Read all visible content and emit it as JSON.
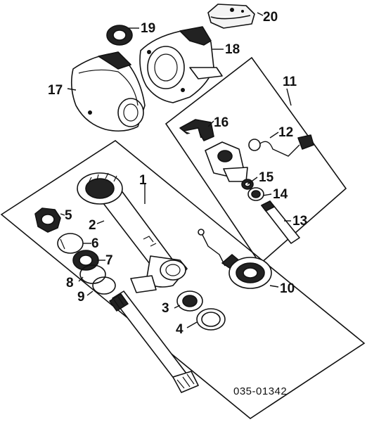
{
  "callouts": {
    "c1": "1",
    "c2": "2",
    "c3": "3",
    "c4": "4",
    "c5": "5",
    "c6": "6",
    "c7": "7",
    "c8": "8",
    "c9": "9",
    "c10": "10",
    "c11": "11",
    "c12": "12",
    "c13": "13",
    "c14": "14",
    "c15": "15",
    "c16": "16",
    "c17": "17",
    "c18": "18",
    "c19": "19",
    "c20": "20"
  },
  "diagram_code": "035-01342",
  "colors": {
    "ink": "#111111",
    "paper": "#ffffff",
    "shade": "#222222",
    "light": "#f4f4f4"
  }
}
